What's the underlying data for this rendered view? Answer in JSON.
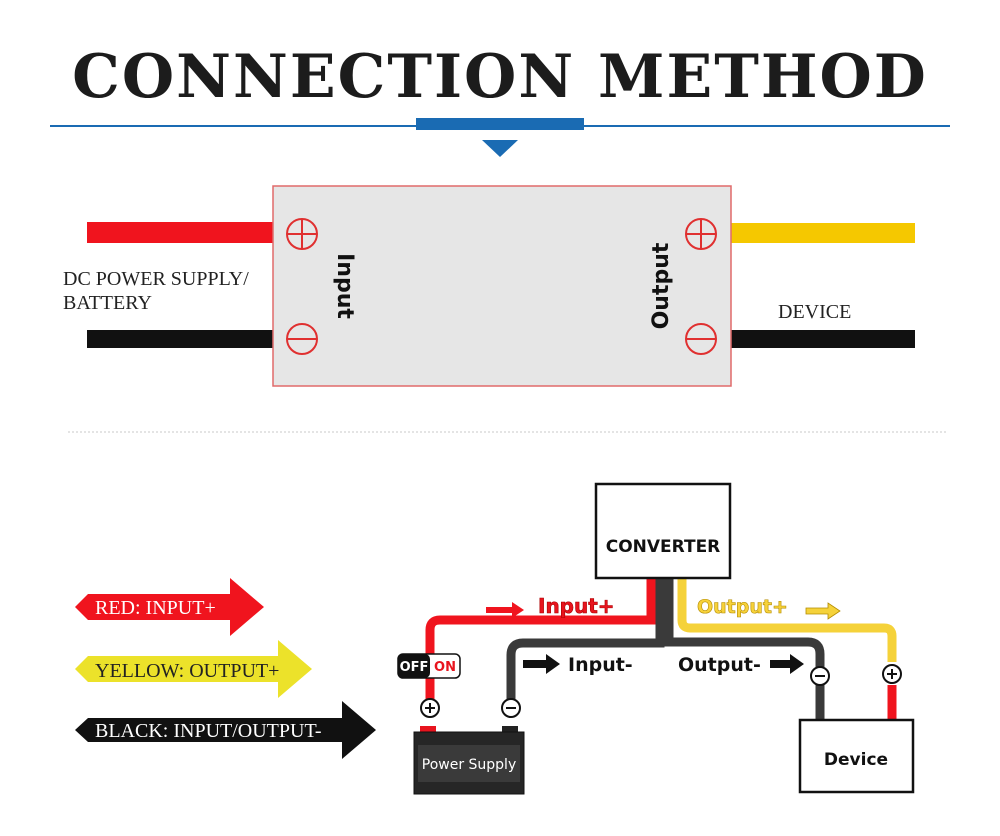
{
  "header": {
    "title": "CONNECTION METHOD"
  },
  "module": {
    "input_label": "Input",
    "output_label": "Output",
    "left_caption_line1": "DC POWER SUPPLY/",
    "left_caption_line2": "BATTERY",
    "right_caption": "DEVICE"
  },
  "legend": {
    "red": "RED: INPUT+",
    "yellow": "YELLOW: OUTPUT+",
    "black": "BLACK: INPUT/OUTPUT-"
  },
  "wiring": {
    "converter": "CONVERTER",
    "input_plus": "Input+",
    "output_plus": "Output+",
    "input_minus": "Input-",
    "output_minus": "Output-",
    "switch_off": "OFF",
    "switch_on": "ON",
    "power_supply": "Power Supply",
    "device": "Device"
  },
  "colors": {
    "red": "#f0141e",
    "yellow": "#f5c800",
    "black": "#111111",
    "blue": "#1a6bb3"
  }
}
